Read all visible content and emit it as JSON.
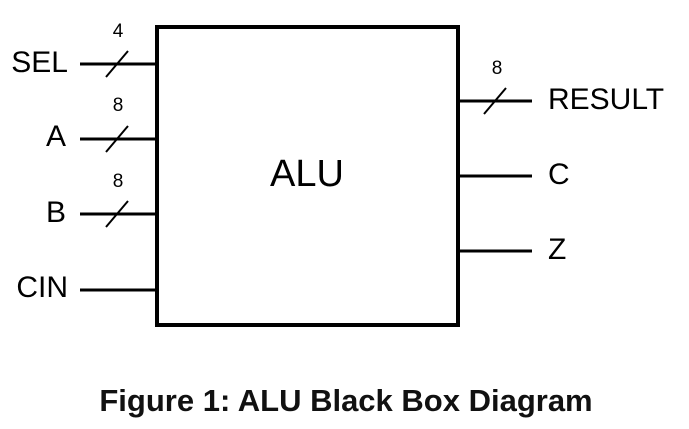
{
  "block": {
    "label": "ALU"
  },
  "inputs": [
    {
      "name": "SEL",
      "width": "4"
    },
    {
      "name": "A",
      "width": "8"
    },
    {
      "name": "B",
      "width": "8"
    },
    {
      "name": "CIN",
      "width": ""
    }
  ],
  "outputs": [
    {
      "name": "RESULT",
      "width": "8"
    },
    {
      "name": "C",
      "width": ""
    },
    {
      "name": "Z",
      "width": ""
    }
  ],
  "caption": "Figure 1: ALU Black Box Diagram"
}
